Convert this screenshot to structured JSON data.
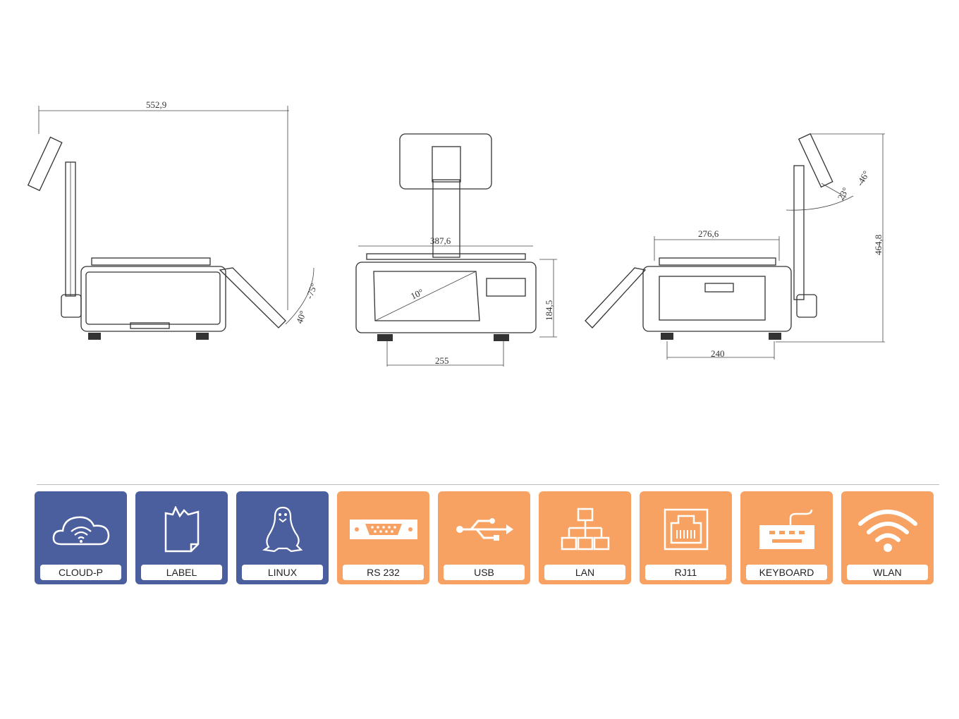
{
  "dimensions": {
    "overall_length": "552,9",
    "platter_width": "387,6",
    "display_angle": "10°",
    "height_body": "184,5",
    "foot_span_front": "255",
    "platter_depth": "276,6",
    "foot_span_side": "240",
    "overall_height": "464,8",
    "left_angle_a": "40°",
    "left_angle_b": "-75°",
    "right_angle_a": "23°",
    "right_angle_b": "-46°"
  },
  "features": [
    {
      "label": "CLOUD-P",
      "icon": "cloud-wifi-icon",
      "color": "#4b5f9e"
    },
    {
      "label": "LABEL",
      "icon": "label-icon",
      "color": "#4b5f9e"
    },
    {
      "label": "LINUX",
      "icon": "linux-penguin-icon",
      "color": "#4b5f9e"
    },
    {
      "label": "RS 232",
      "icon": "serial-port-icon",
      "color": "#f7a262"
    },
    {
      "label": "USB",
      "icon": "usb-icon",
      "color": "#f7a262"
    },
    {
      "label": "LAN",
      "icon": "network-icon",
      "color": "#f7a262"
    },
    {
      "label": "RJ11",
      "icon": "rj11-port-icon",
      "color": "#f7a262"
    },
    {
      "label": "KEYBOARD",
      "icon": "keyboard-icon",
      "color": "#f7a262"
    },
    {
      "label": "WLAN",
      "icon": "wifi-icon",
      "color": "#f7a262"
    }
  ]
}
